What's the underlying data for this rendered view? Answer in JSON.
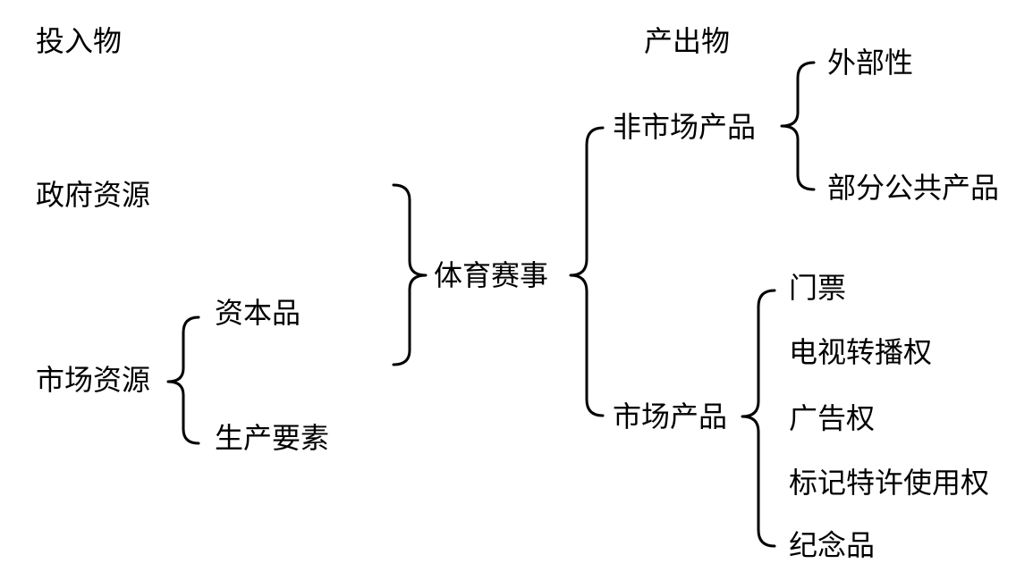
{
  "headers": {
    "inputs": "投入物",
    "outputs": "产出物"
  },
  "inputs": {
    "government": "政府资源",
    "market": "市场资源",
    "market_children": [
      "资本品",
      "生产要素"
    ]
  },
  "center": "体育赛事",
  "outputs": {
    "non_market": "非市场产品",
    "non_market_children": [
      "外部性",
      "部分公共产品"
    ],
    "market": "市场产品",
    "market_children": [
      "门票",
      "电视转播权",
      "广告权",
      "标记特许使用权",
      "纪念品"
    ]
  }
}
